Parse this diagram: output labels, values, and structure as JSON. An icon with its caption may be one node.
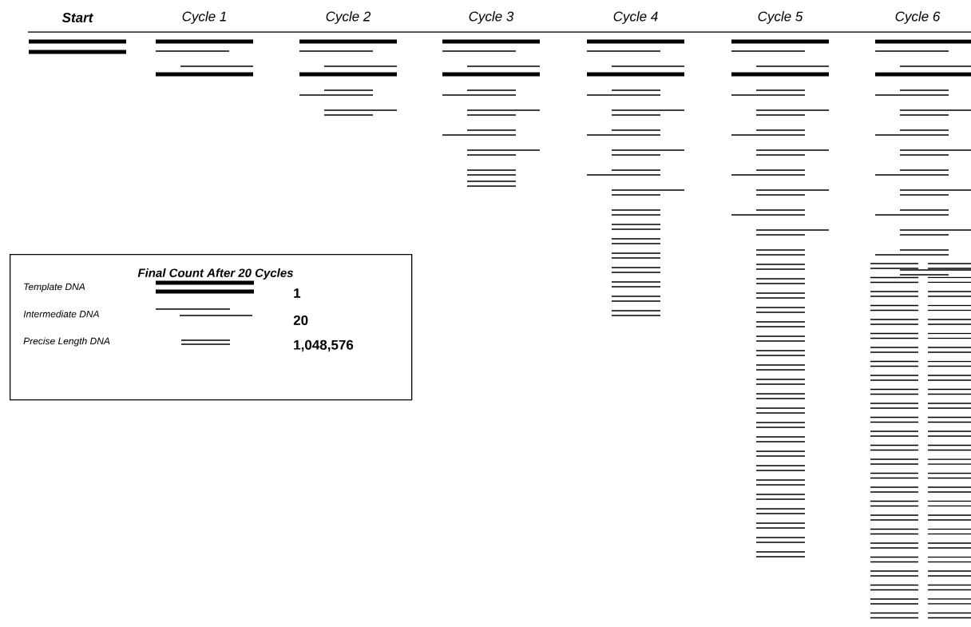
{
  "diagram": {
    "nodes": [
      {
        "text": [
          "Final Count After 20 Cycles"
        ]
      }
    ],
    "labels": [
      "Start",
      "Cycle 1",
      "Cycle 2",
      "Cycle 3",
      "Cycle 4",
      "Cycle 5",
      "Cycle 6",
      "1",
      "20",
      "1,048,576"
    ],
    "legend": [
      {
        "text": "Template DNA"
      },
      {
        "text": "Intermediate DNA"
      },
      {
        "text": "Precise Length DNA"
      }
    ]
  }
}
